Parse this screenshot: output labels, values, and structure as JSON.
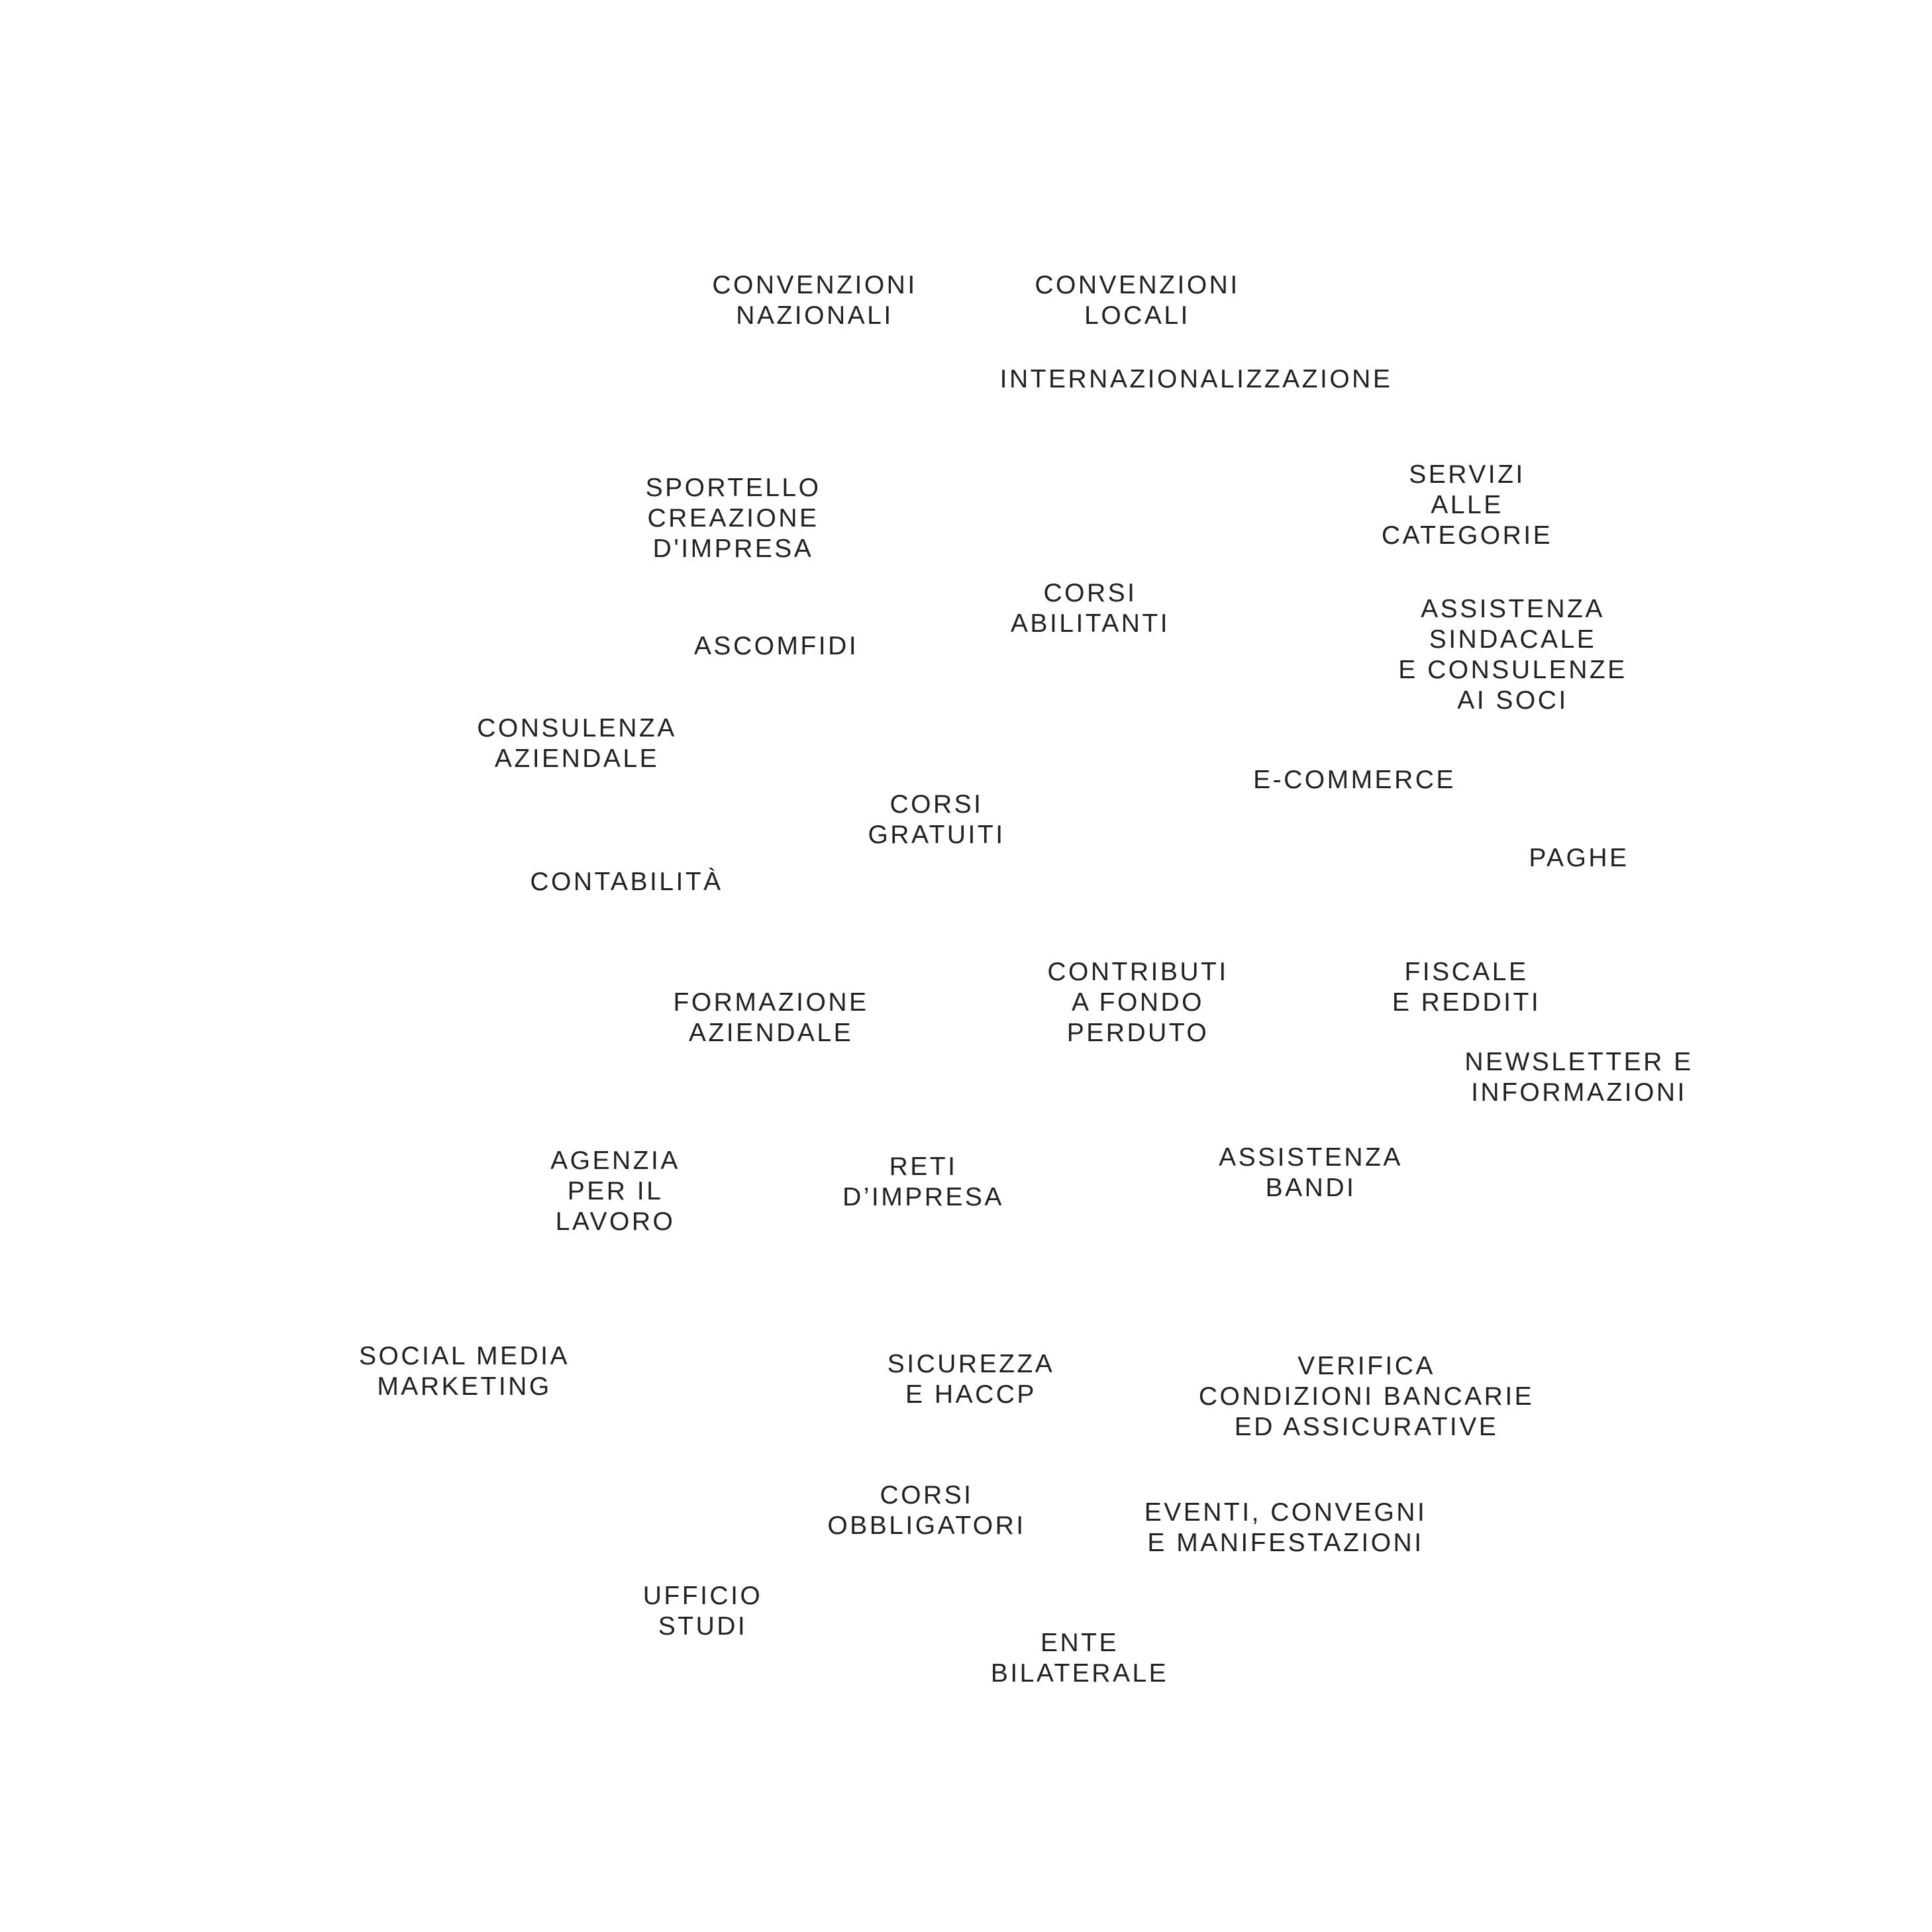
{
  "services": [
    {
      "id": "convenzioni-nazionali",
      "lines": [
        "CONVENZIONI",
        "NAZIONALI"
      ]
    },
    {
      "id": "convenzioni-locali",
      "lines": [
        "CONVENZIONI",
        "LOCALI"
      ]
    },
    {
      "id": "internazionalizzazione",
      "lines": [
        "INTERNAZIONALIZZAZIONE"
      ]
    },
    {
      "id": "sportello-creazione-impresa",
      "lines": [
        "SPORTELLO",
        "CREAZIONE",
        "D'IMPRESA"
      ]
    },
    {
      "id": "servizi-alle-categorie",
      "lines": [
        "SERVIZI",
        "ALLE",
        "CATEGORIE"
      ]
    },
    {
      "id": "corsi-abilitanti",
      "lines": [
        "CORSI",
        "ABILITANTI"
      ]
    },
    {
      "id": "assistenza-sindacale",
      "lines": [
        "ASSISTENZA",
        "SINDACALE",
        "E CONSULENZE",
        "AI SOCI"
      ]
    },
    {
      "id": "ascomfidi",
      "lines": [
        "ASCOMFIDI"
      ]
    },
    {
      "id": "consulenza-aziendale",
      "lines": [
        "CONSULENZA",
        "AZIENDALE"
      ]
    },
    {
      "id": "e-commerce",
      "lines": [
        "E-COMMERCE"
      ]
    },
    {
      "id": "corsi-gratuiti",
      "lines": [
        "CORSI",
        "GRATUITI"
      ]
    },
    {
      "id": "paghe",
      "lines": [
        "PAGHE"
      ]
    },
    {
      "id": "contabilita",
      "lines": [
        "CONTABILITÀ"
      ]
    },
    {
      "id": "contributi-fondo-perduto",
      "lines": [
        "CONTRIBUTI",
        "A FONDO",
        "PERDUTO"
      ]
    },
    {
      "id": "fiscale-redditi",
      "lines": [
        "FISCALE",
        "E REDDITI"
      ]
    },
    {
      "id": "formazione-aziendale",
      "lines": [
        "FORMAZIONE",
        "AZIENDALE"
      ]
    },
    {
      "id": "newsletter-informazioni",
      "lines": [
        "NEWSLETTER E",
        "INFORMAZIONI"
      ]
    },
    {
      "id": "agenzia-per-il-lavoro",
      "lines": [
        "AGENZIA",
        "PER IL",
        "LAVORO"
      ]
    },
    {
      "id": "assistenza-bandi",
      "lines": [
        "ASSISTENZA",
        "BANDI"
      ]
    },
    {
      "id": "reti-impresa",
      "lines": [
        "RETI",
        "D’IMPRESA"
      ]
    },
    {
      "id": "social-media-marketing",
      "lines": [
        "SOCIAL MEDIA",
        "MARKETING"
      ]
    },
    {
      "id": "sicurezza-haccp",
      "lines": [
        "SICUREZZA",
        "E HACCP"
      ]
    },
    {
      "id": "verifica-condizioni",
      "lines": [
        "VERIFICA",
        "CONDIZIONI BANCARIE",
        "ED ASSICURATIVE"
      ]
    },
    {
      "id": "corsi-obbligatori",
      "lines": [
        "CORSI",
        "OBBLIGATORI"
      ]
    },
    {
      "id": "eventi-convegni",
      "lines": [
        "EVENTI, CONVEGNI",
        "E MANIFESTAZIONI"
      ]
    },
    {
      "id": "ufficio-studi",
      "lines": [
        "UFFICIO",
        "STUDI"
      ]
    },
    {
      "id": "ente-bilaterale",
      "lines": [
        "ENTE",
        "BILATERALE"
      ]
    }
  ],
  "colors": {
    "background": "#ffffff",
    "text": "#222222"
  }
}
